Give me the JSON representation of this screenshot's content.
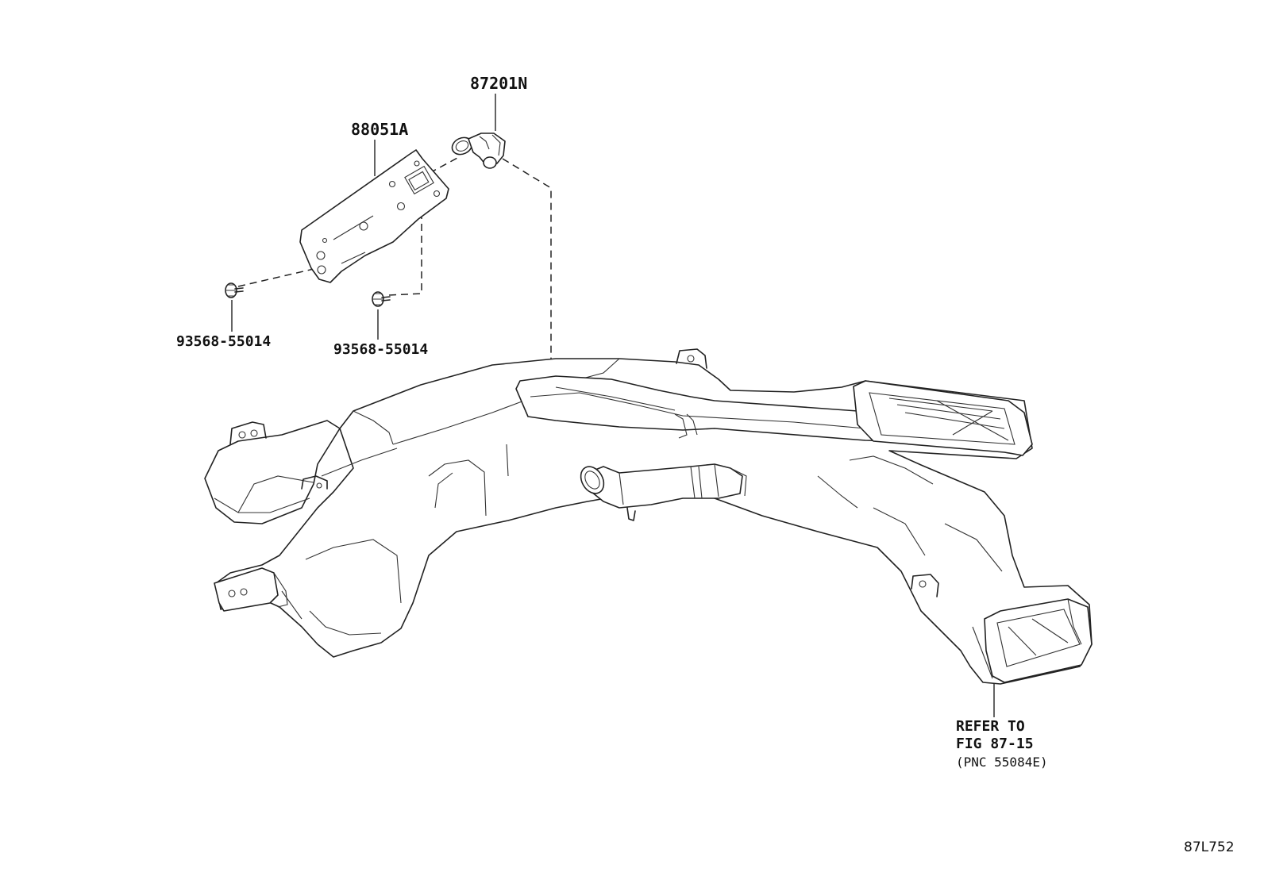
{
  "labels": {
    "hose": "87201N",
    "bracket": "88051A",
    "bolt_left": "93568-55014",
    "bolt_right": "93568-55014",
    "refer_line1": "REFER TO",
    "refer_line2": "FIG 87-15",
    "refer_line3": "(PNC 55084E)",
    "figure_code": "87L752"
  }
}
